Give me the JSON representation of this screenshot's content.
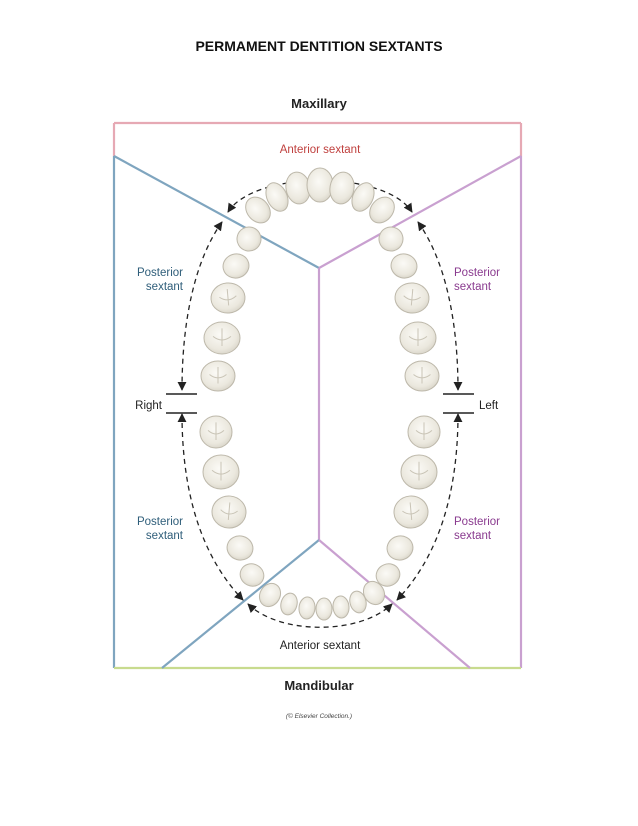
{
  "page_title": "PERMAMENT DENTITION SEXTANTS",
  "upper_arch_label": "Maxillary",
  "lower_arch_label": "Mandibular",
  "credit": "(© Elsevier Collection.)",
  "labels": {
    "anterior_top": "Anterior sextant",
    "anterior_bottom": "Anterior sextant",
    "posterior_upper_right_l1": "Posterior",
    "posterior_upper_right_l2": "sextant",
    "posterior_upper_left_l1": "Posterior",
    "posterior_upper_left_l2": "sextant",
    "posterior_lower_right_l1": "Posterior",
    "posterior_lower_right_l2": "sextant",
    "posterior_lower_left_l1": "Posterior",
    "posterior_lower_left_l2": "sextant",
    "right": "Right",
    "left": "Left"
  },
  "colors": {
    "maxillary_frame": "#e6a9b4",
    "mandibular_baseline": "#c8db8e",
    "right_lines": "#7fa5bf",
    "left_lines": "#c9a0d0",
    "anterior_text": "#c0413f",
    "right_text": "#2f5e7a",
    "left_text": "#8a3b8f",
    "tooth_fill": "#f1efe8",
    "tooth_stroke": "#bdb8aa"
  }
}
